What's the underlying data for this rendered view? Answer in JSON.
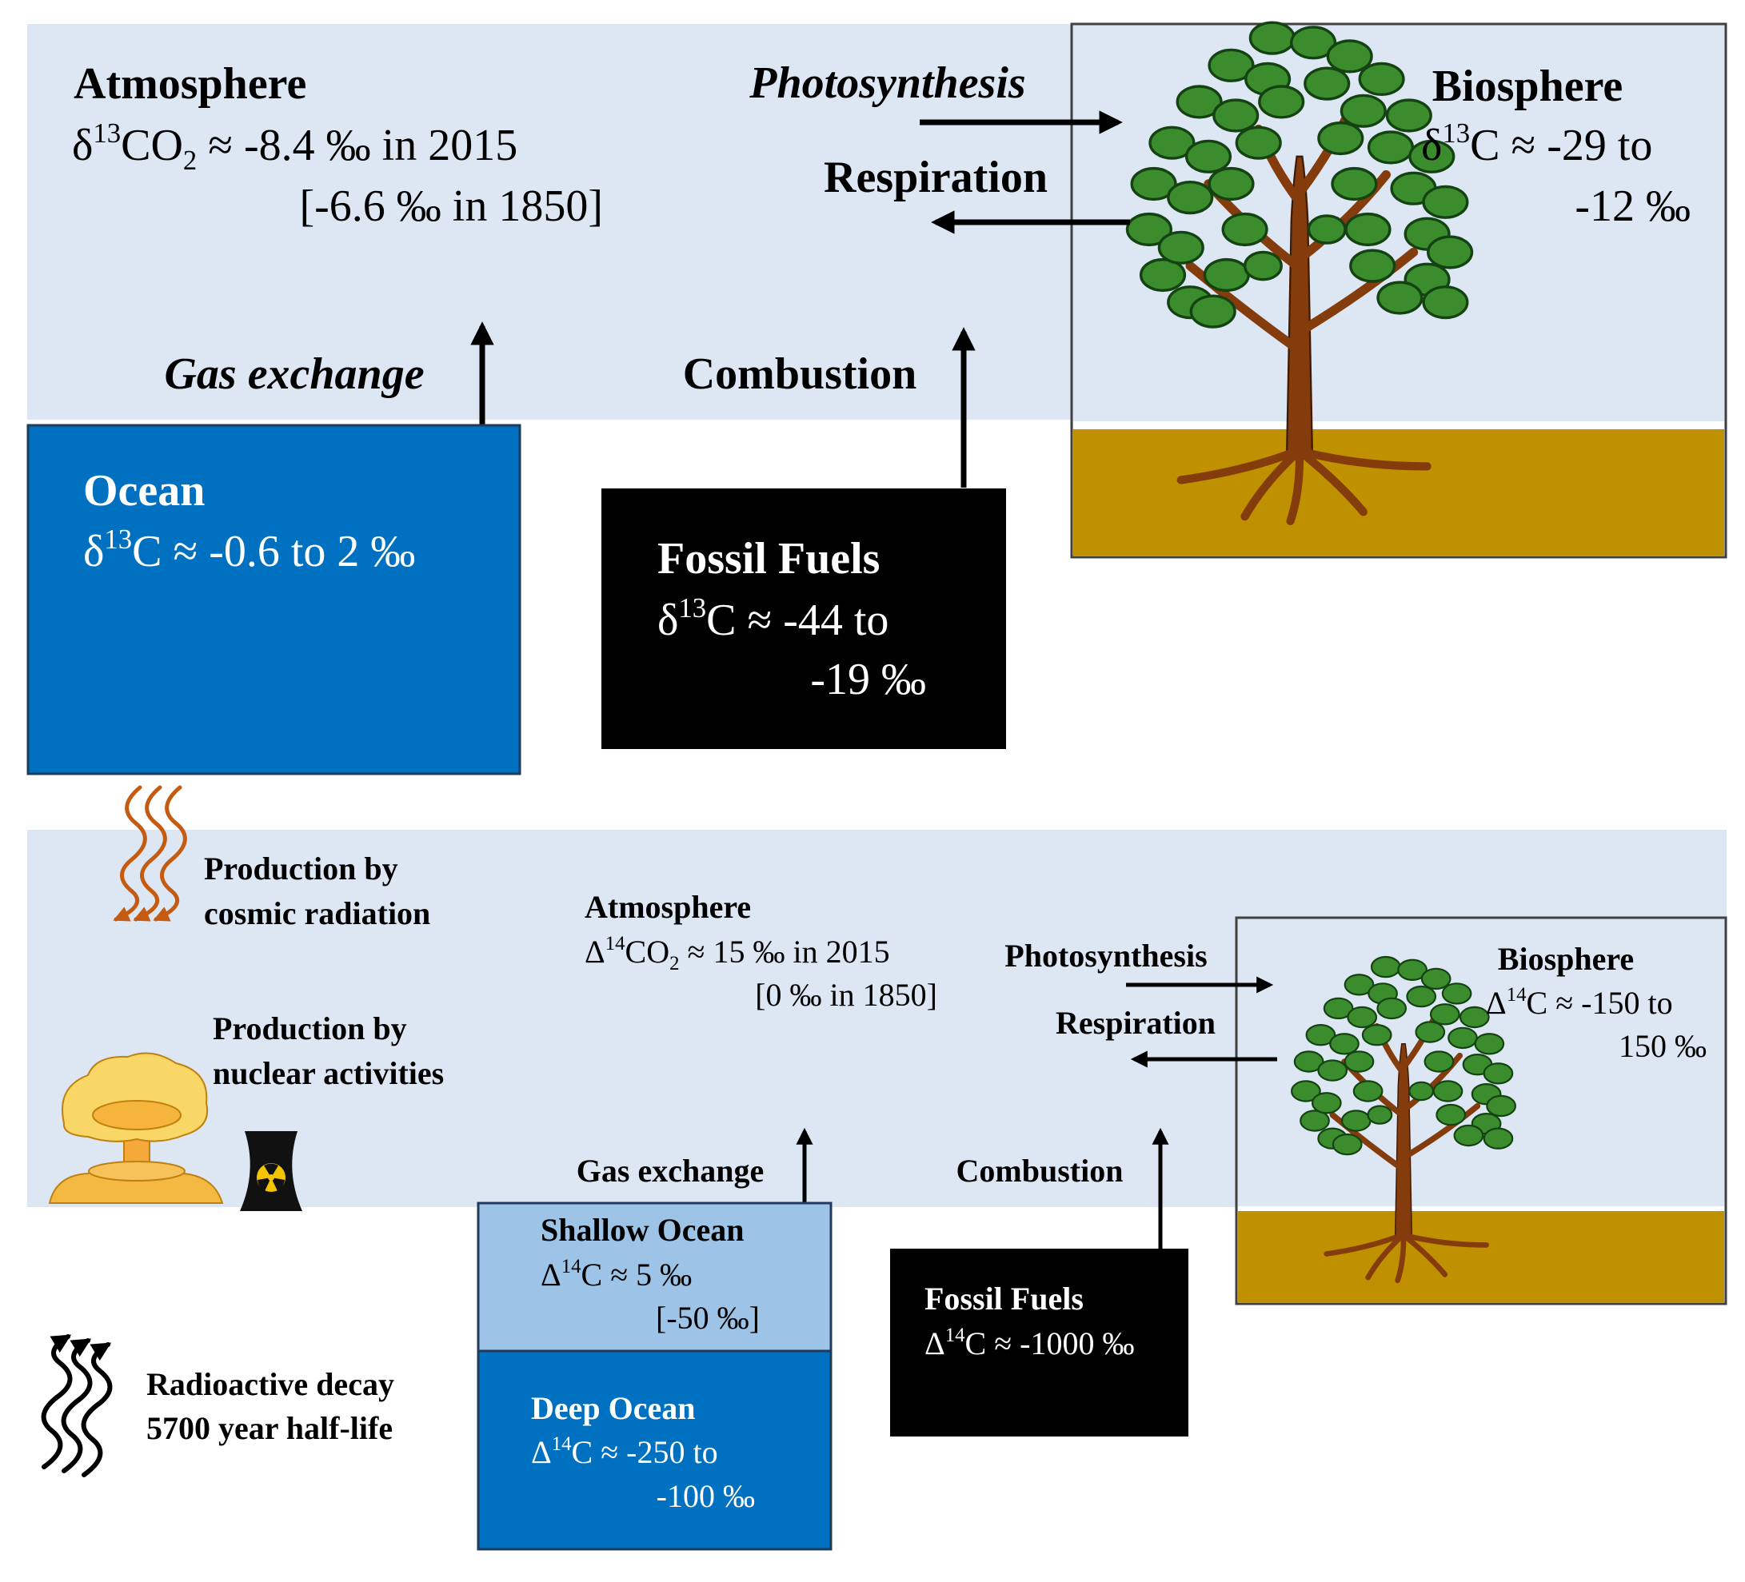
{
  "colors": {
    "atmosphere": "#dce7f3",
    "ocean": "#0070c0",
    "shallow_ocean": "#9dc3e6",
    "fossil": "#000000",
    "soil": "#bf9000",
    "trunk": "#843c0c",
    "leaf": "#3a8c2d",
    "radiation": "#c55a11"
  },
  "icons": {
    "tree": "tree-icon",
    "cosmic": "cosmic-radiation-icon",
    "nuclear": "mushroom-cloud-icon",
    "plant": "nuclear-plant-icon",
    "decay": "radioactive-decay-icon"
  },
  "top": {
    "atmosphere": {
      "title": "Atmosphere",
      "delta": "δ",
      "sup": "13",
      "co": "CO",
      "sub": "2",
      "value": " ≈ -8.4 ‰ in 2015",
      "value_1850": "[-6.6 ‰ in 1850]"
    },
    "photosynthesis": "Photosynthesis",
    "respiration": "Respiration",
    "biosphere": {
      "title": "Biosphere",
      "delta": "δ",
      "sup": "13",
      "rest": "C ≈ -29 to",
      "line2": "-12 ‰"
    },
    "gas_exchange": "Gas exchange",
    "combustion": "Combustion",
    "ocean": {
      "title": "Ocean",
      "delta": "δ",
      "sup": "13",
      "rest": "C ≈ -0.6 to 2 ‰"
    },
    "fossil": {
      "title": "Fossil Fuels",
      "delta": "δ",
      "sup": "13",
      "rest": "C ≈ -44 to",
      "line2": "-19 ‰"
    }
  },
  "bottom": {
    "cosmic": {
      "line1": "Production by",
      "line2": "cosmic radiation"
    },
    "nuclear": {
      "line1": "Production by",
      "line2": "nuclear activities"
    },
    "atmosphere": {
      "title": "Atmosphere",
      "delta": "Δ",
      "sup": "14",
      "co": "CO",
      "sub": "2",
      "value": " ≈ 15 ‰ in 2015",
      "value_1850": "[0 ‰ in 1850]"
    },
    "photosynthesis": "Photosynthesis",
    "respiration": "Respiration",
    "biosphere": {
      "title": "Biosphere",
      "delta": "Δ",
      "sup": "14",
      "rest": "C ≈ -150 to",
      "line2": "150 ‰"
    },
    "gas_exchange": "Gas exchange",
    "combustion": "Combustion",
    "shallow_ocean": {
      "title": "Shallow Ocean",
      "delta": "Δ",
      "sup": "14",
      "rest": "C ≈ 5 ‰",
      "line2": "[-50 ‰]"
    },
    "deep_ocean": {
      "title": "Deep Ocean",
      "delta": "Δ",
      "sup": "14",
      "rest": "C ≈ -250 to",
      "line2": "-100 ‰"
    },
    "fossil": {
      "title": "Fossil Fuels",
      "delta": "Δ",
      "sup": "14",
      "rest": "C ≈ -1000 ‰"
    },
    "decay": {
      "line1": "Radioactive decay",
      "line2": "5700 year half-life"
    }
  }
}
